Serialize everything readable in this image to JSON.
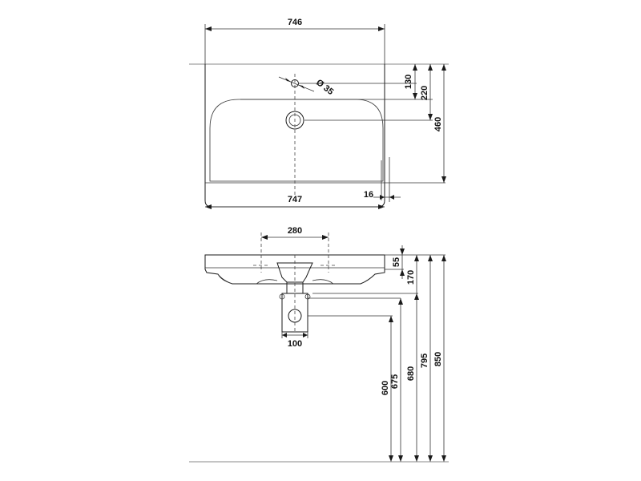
{
  "diagram": {
    "top_view": {
      "overall_width_top": "746",
      "overall_width_bottom": "747",
      "tap_hole_diameter": "Ø 35",
      "depth_to_tap_hole": "130",
      "depth_to_drain": "220",
      "overall_depth": "460",
      "front_offset": "16"
    },
    "front_view": {
      "mounting_hole_spacing": "280",
      "rim_height": "55",
      "drain_drop": "170",
      "trap_width": "100",
      "floor_to_outlet": "600",
      "floor_to_trap": "675",
      "floor_to_bowl_bottom": "680",
      "floor_to_mounting": "795",
      "floor_to_rim": "850"
    }
  }
}
